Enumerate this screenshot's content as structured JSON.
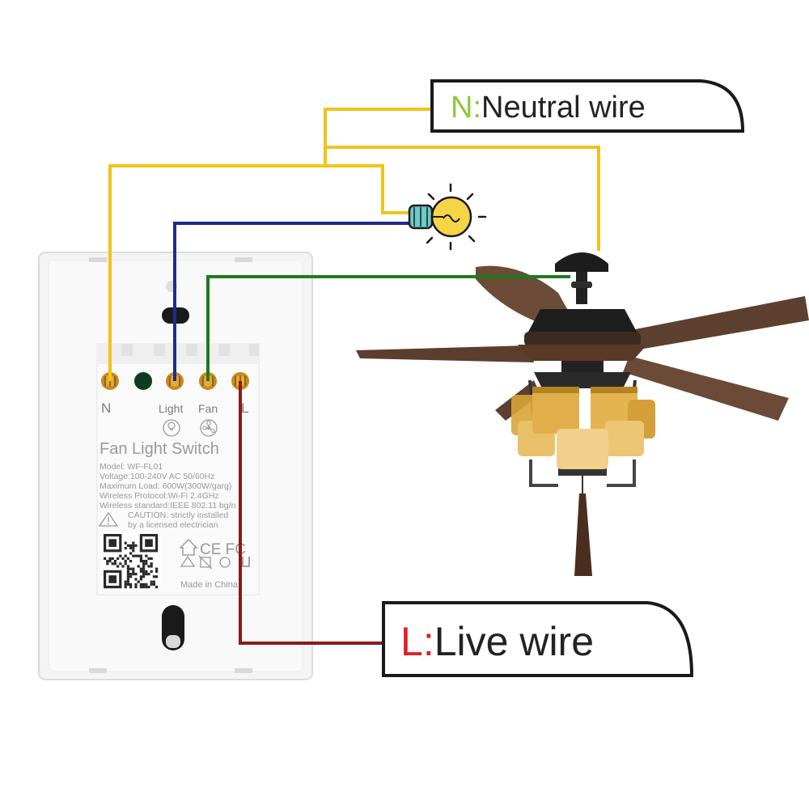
{
  "neutral_label": {
    "letter": "N",
    "separator": ":",
    "text": "Neutral wire"
  },
  "live_label": {
    "letter": "L",
    "separator": ":",
    "text": "Live wire"
  },
  "switch": {
    "terminals": {
      "n": "N",
      "light": "Light",
      "fan": "Fan",
      "l": "L"
    },
    "title": "Fan Light Switch",
    "specs": [
      "Model: WF-FL01",
      "Voltage:100-240V AC 50/60Hz",
      "Maximum Load: 600W(300W/garg)",
      "Wireless Protocol:Wi-Fi 2.4GHz",
      "Wireless standard:IEEE 802.11 bg/n"
    ],
    "caution": [
      "CAUTION: strictly installed",
      "by a licensed electrician"
    ],
    "marks": "CE FC",
    "made_in": "Made in China"
  },
  "colors": {
    "neutral": "#f0c419",
    "light": "#1f2b8f",
    "fan": "#1f7a1f",
    "live": "#8b1a1a",
    "neutral_letter": "#8cc63f",
    "live_letter": "#e31e24",
    "bulb": "#f5d547",
    "bulb_base": "#6ec9c9"
  }
}
